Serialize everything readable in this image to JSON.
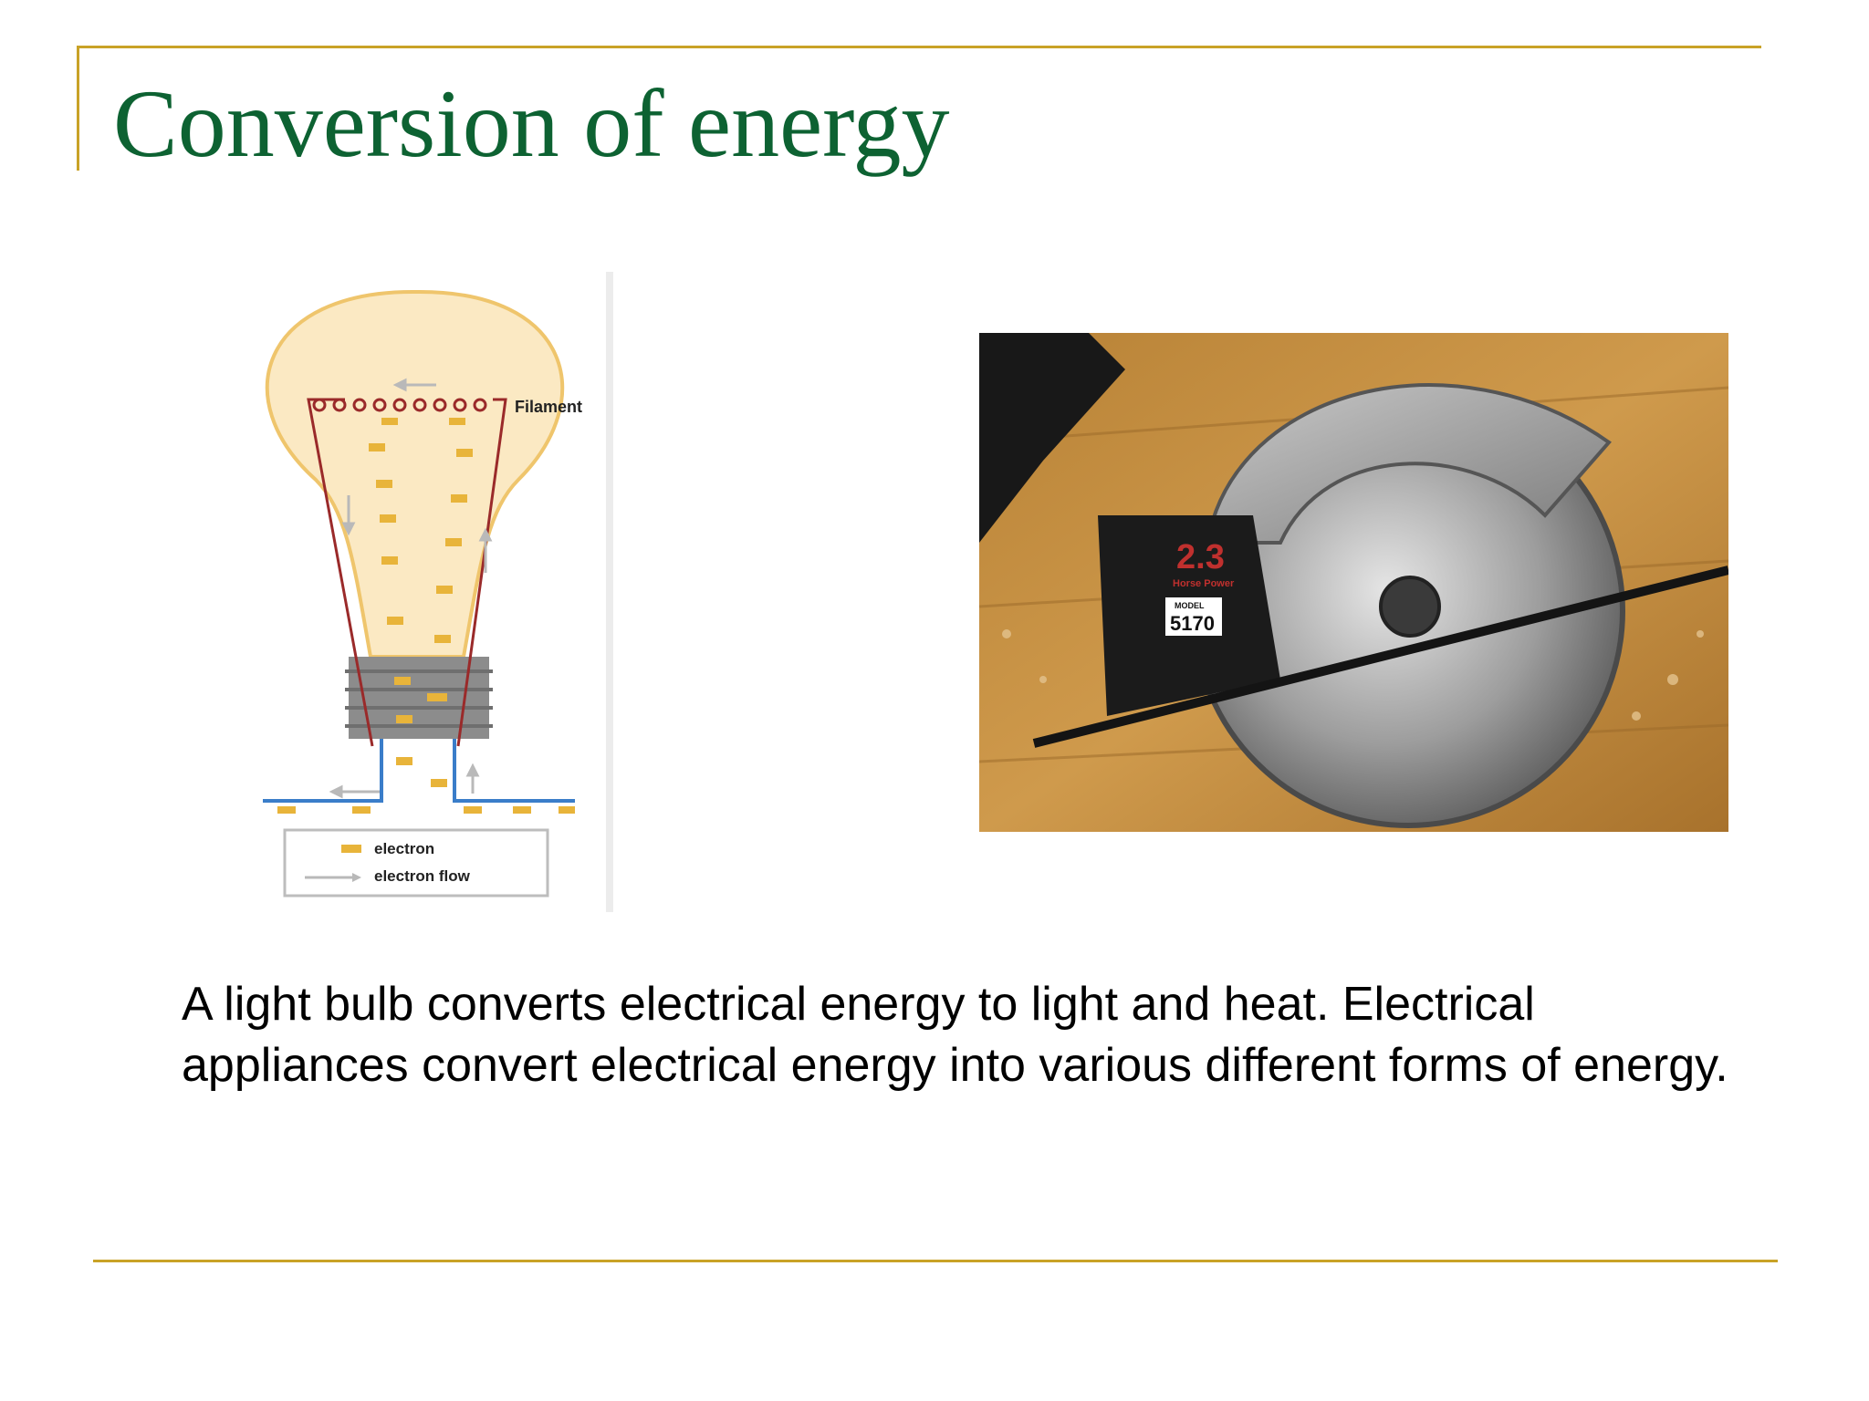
{
  "slide": {
    "title": "Conversion of energy",
    "body": "A light bulb converts electrical energy to light and heat. Electrical appliances convert electrical energy into various different forms of energy.",
    "accent_color": "#c9a227",
    "title_color": "#0d6232"
  },
  "bulb_diagram": {
    "filament_label": "Filament",
    "legend": {
      "electron": "electron",
      "electron_flow": "electron flow"
    },
    "colors": {
      "glass": "#fbe9c3",
      "outline": "#efc56c",
      "electron": "#e8b43a",
      "wire": "#9a2a2a",
      "lead": "#3a7dc9",
      "base": "#8c8c8c"
    }
  },
  "saw_photo": {
    "rating": "2.3",
    "rating_sub": "Horse Power",
    "model_label": "MODEL",
    "model_number": "5170"
  }
}
